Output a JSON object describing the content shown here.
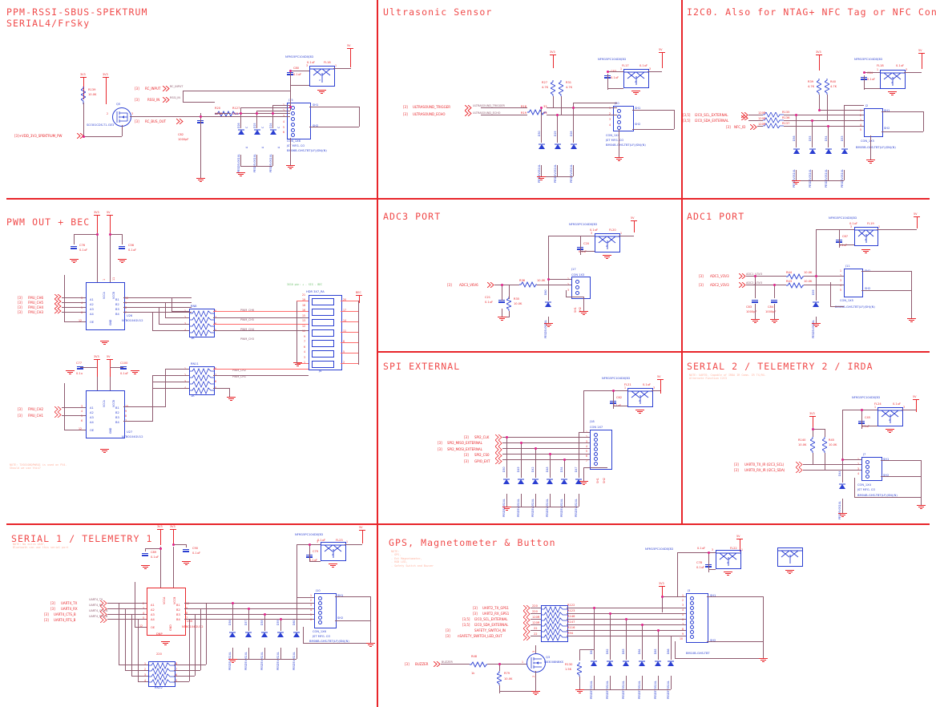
{
  "document": {
    "type": "electronic-schematic",
    "title": "Pixhawk Flight Controller - I/O Connectors Sheet",
    "sheet_bg": "#ffffff",
    "colors": {
      "title_red": "#f04a4a",
      "wire_purple": "#8e5a6e",
      "wire_red": "#ff6b6b",
      "component_blue": "#2a3ed1",
      "label_red": "#e8252a",
      "junction_pink": "#e0218a",
      "note_green": "#6ec06e"
    }
  },
  "sections": [
    {
      "id": "ppm-rssi",
      "title": "PPM-RSSI-SBUS-SPEKTRUM\nSERIAL4/FrSky",
      "nets": [
        {
          "sheet": "[3]",
          "name": "RC_INPUT"
        },
        {
          "sheet": "[3]",
          "name": "RSSI_IN"
        },
        {
          "sheet": "[3]",
          "name": "RC_BUS_OUT"
        },
        {
          "sheet": "[3]",
          "name": "+VDD_3V3_SPEKTRUM_PW"
        }
      ],
      "wire_labels": [
        "RC_INPUT",
        "RSSI_IN"
      ],
      "components": [
        {
          "ref": "R139",
          "value": "10.0K"
        },
        {
          "ref": "Q5",
          "value": "Si2301CDS-T1-GE3"
        },
        {
          "ref": "C82",
          "value": "1000pF"
        },
        {
          "ref": "R20",
          "value": "100R"
        },
        {
          "ref": "R127",
          "value": "51R"
        },
        {
          "ref": "C80",
          "value": "0.1uF"
        },
        {
          "ref": "FL16",
          "value": "NFM15PC104D0J3D"
        },
        {
          "ref": "D26",
          "value": "PESD5V0S1UL"
        },
        {
          "ref": "D25",
          "value": "PESD5V0S1UL"
        },
        {
          "ref": "D24",
          "value": "PESD5V0S1UL"
        },
        {
          "ref": "J15",
          "value": "CON_1X6"
        }
      ],
      "connector": {
        "ref": "J15",
        "type": "CON_1X6",
        "mfg": "JST MFG. CO",
        "part": "BM06B-GHS-TBT(LF)(SN)(N)",
        "pins": [
          "1",
          "2",
          "3",
          "4",
          "5",
          "6"
        ],
        "shields": [
          "SH1",
          "SH2"
        ]
      },
      "power": [
        "3V3",
        "3V3",
        "5V"
      ],
      "filter_value": "0.1uF"
    },
    {
      "id": "ultrasonic",
      "title": "Ultrasonic Sensor",
      "nets": [
        {
          "sheet": "[3]",
          "name": "ULTRASOUND_TRIGGER"
        },
        {
          "sheet": "[3]",
          "name": "ULTRASOUND_ECHO"
        }
      ],
      "wire_labels": [
        "ULTRASOUND_TRIGGER",
        "ULTRASOUND_ECHO"
      ],
      "components": [
        {
          "ref": "R27",
          "value": "4.7K"
        },
        {
          "ref": "R31",
          "value": "4.7K"
        },
        {
          "ref": "R18",
          "value": "33"
        },
        {
          "ref": "R19",
          "value": "33"
        },
        {
          "ref": "C63",
          "value": "0.1uF"
        },
        {
          "ref": "FL17",
          "value": "NFM15PC104D0J3D"
        },
        {
          "ref": "D30",
          "value": "PESD5V0S1UL"
        },
        {
          "ref": "D29",
          "value": "PESD5V0S1UL"
        },
        {
          "ref": "D28",
          "value": "PESD5V0S1UL"
        },
        {
          "ref": "J20",
          "value": "CON_1X4"
        }
      ],
      "connector": {
        "ref": "J20",
        "type": "CON_1X4",
        "mfg": "JST MFG. CO",
        "part": "BM04B-GHS-TBT(LF)(SN)(N)",
        "pins": [
          "1",
          "2",
          "3",
          "4"
        ],
        "shields": [
          "SH1",
          "SH2"
        ]
      },
      "power": [
        "3V3",
        "5V"
      ],
      "filter_value": "0.1uF"
    },
    {
      "id": "i2c0",
      "title": "I2C0. Also for NTAG+ NFC Tag or NFC Controller",
      "nets": [
        {
          "sheet": "[3,5]",
          "name": "I2C0_SCL_EXTERNAL"
        },
        {
          "sheet": "[3,5]",
          "name": "I2C0_SDA_EXTERNAL"
        },
        {
          "sheet": "[3]",
          "name": "NFC_ID"
        }
      ],
      "components": [
        {
          "ref": "R39",
          "value": "4.7K"
        },
        {
          "ref": "R40",
          "value": "4.7K"
        },
        {
          "ref": "R135",
          "value": "120R"
        },
        {
          "ref": "R136",
          "value": "120R"
        },
        {
          "ref": "R137",
          "value": "120R"
        },
        {
          "ref": "C64",
          "value": "0.1uF"
        },
        {
          "ref": "FL18",
          "value": "NFM15PC104D0J3D"
        },
        {
          "ref": "D56",
          "value": "PESD5V0S1UL"
        },
        {
          "ref": "D55",
          "value": "PESD5V0S1UL"
        },
        {
          "ref": "D54",
          "value": "PESD5V0S1UL"
        },
        {
          "ref": "D53",
          "value": "PESD5V0S1UL"
        },
        {
          "ref": "J2",
          "value": "CON_1X5"
        }
      ],
      "connector": {
        "ref": "J2",
        "type": "CON_1X5",
        "part": "BM05B-GHS-TBT(LF)(SN)(N)",
        "pins": [
          "1",
          "2",
          "3",
          "4",
          "5"
        ],
        "shields": [
          "SH1",
          "SH2"
        ]
      },
      "power": [
        "3V3",
        "5V"
      ],
      "filter_value": "0.1uF"
    },
    {
      "id": "pwm-bec",
      "title": "PWM OUT + BEC",
      "note": "NOTE: TXS0108QPWRQ1 is used on PX4.\nShould we use this?",
      "note_green": "3X10 pin: + - SIG - BEC",
      "nets": [
        {
          "sheet": "[3]",
          "name": "FMU_CH6"
        },
        {
          "sheet": "[3]",
          "name": "FMU_CH5"
        },
        {
          "sheet": "[3]",
          "name": "FMU_CH4"
        },
        {
          "sheet": "[3]",
          "name": "FMU_CH3"
        },
        {
          "sheet": "[3]",
          "name": "FMU_CH2"
        },
        {
          "sheet": "[3]",
          "name": "FMU_CH1"
        }
      ],
      "pwm_labels": [
        "PWM_CH6",
        "PWM_CH5",
        "PWM_CH4",
        "PWM_CH3",
        "PWM_CH2",
        "PWM_CH1"
      ],
      "components": [
        {
          "ref": "C76",
          "value": "0.1uF"
        },
        {
          "ref": "C56",
          "value": "0.1uF"
        },
        {
          "ref": "C77",
          "value": "0.1uF"
        },
        {
          "ref": "C100",
          "value": "0.1uF"
        },
        {
          "ref": "U26",
          "value": "NTB0104GU12"
        },
        {
          "ref": "U27",
          "value": "NTB0104GU12"
        },
        {
          "ref": "RN8",
          "value": "1K"
        },
        {
          "ref": "RN11",
          "value": "1K"
        },
        {
          "ref": "J4",
          "value": "HDR 3X7_RA"
        }
      ],
      "ic_pins": {
        "left": [
          "A1",
          "A2",
          "A3",
          "A4",
          "OE"
        ],
        "right": [
          "B1",
          "B2",
          "B3",
          "B4"
        ],
        "top": [
          "VCCA",
          "VCCB"
        ],
        "bottom": "GND",
        "left_nums": [
          "3",
          "4",
          "5",
          "6",
          "12"
        ],
        "right_nums": [
          "10",
          "9",
          "8",
          "7"
        ],
        "vcc_nums": [
          "1",
          "11"
        ],
        "gnd_num": "2"
      },
      "header_pins_left": [
        "21",
        "19",
        "18",
        "16",
        "15",
        "13",
        "12",
        "10",
        "9",
        "7",
        "6",
        "4",
        "3",
        "1"
      ],
      "header_pins_right": [
        "20",
        "17",
        "14",
        "11",
        "8",
        "5",
        "2"
      ],
      "power": [
        "3V3",
        "5V",
        "BEC"
      ]
    },
    {
      "id": "adc3",
      "title": "ADC3 PORT",
      "nets": [
        {
          "sheet": "[3]",
          "name": "ADC3_V6V6"
        }
      ],
      "components": [
        {
          "ref": "C21",
          "value": "0.1uF"
        },
        {
          "ref": "R35",
          "value": "10.0K"
        },
        {
          "ref": "R36",
          "value": "10.0K"
        },
        {
          "ref": "C20",
          "value": "0.1uF"
        },
        {
          "ref": "FL20",
          "value": "NFM15PC104D0J3D"
        },
        {
          "ref": "D60",
          "value": "PESD5V0S1UL"
        },
        {
          "ref": "J17",
          "value": "CON 1X3"
        }
      ],
      "connector": {
        "ref": "J17",
        "type": "CON 1X3",
        "pins": [
          "1",
          "2",
          "3"
        ],
        "shields": [
          "SH1",
          "SH2"
        ]
      },
      "power": [
        "5V"
      ],
      "filter_value": "0.1uF"
    },
    {
      "id": "adc1",
      "title": "ADC1 PORT",
      "nets": [
        {
          "sheet": "[3]",
          "name": "ADC1_V3V3"
        },
        {
          "sheet": "[3]",
          "name": "ADC2_V3V3"
        }
      ],
      "wire_labels": [
        "ADC1_V3V3",
        "ADC2_V3V3"
      ],
      "components": [
        {
          "ref": "C83",
          "value": "1000pF"
        },
        {
          "ref": "C84",
          "value": "1000pF"
        },
        {
          "ref": "R44",
          "value": "10.0K"
        },
        {
          "ref": "R43",
          "value": "10.0K"
        },
        {
          "ref": "C67",
          "value": "0.1uF"
        },
        {
          "ref": "FL19",
          "value": "NFM15PC104D0J3D"
        },
        {
          "ref": "D59",
          "value": "PESD5V0S1UL"
        },
        {
          "ref": "J11",
          "value": "CON_1X5"
        }
      ],
      "connector": {
        "ref": "J11",
        "type": "CON_1X5",
        "part": "BM05B-GHS-TBT(LF)(SH)(N)",
        "pins": [
          "1",
          "2",
          "3",
          "4",
          "5"
        ],
        "shields": [
          "SH1",
          "SH2"
        ]
      },
      "power": [
        "5V"
      ],
      "filter_value": "0.1uF"
    },
    {
      "id": "spi-ext",
      "title": "SPI EXTERNAL",
      "nets": [
        {
          "sheet": "[3]",
          "name": "SPI2_CLK"
        },
        {
          "sheet": "[3]",
          "name": "SPI2_MISO_EXTERNAL"
        },
        {
          "sheet": "[3]",
          "name": "SPI2_MOSI_EXTERNAL"
        },
        {
          "sheet": "[3]",
          "name": "SPI2_CS0"
        },
        {
          "sheet": "[3]",
          "name": "GPIO_EXT"
        }
      ],
      "components": [
        {
          "ref": "C62",
          "value": "0.1uF"
        },
        {
          "ref": "FL21",
          "value": "NFM15PC104D0J3D"
        },
        {
          "ref": "D50",
          "value": "PESD5V0S1UL"
        },
        {
          "ref": "D49",
          "value": "PESD5V0S1UL"
        },
        {
          "ref": "D42",
          "value": "PESD5V0S1UL"
        },
        {
          "ref": "D48",
          "value": "PESD5V0S1UL"
        },
        {
          "ref": "D34",
          "value": "PESD5V0S1UL"
        },
        {
          "ref": "D47",
          "value": "PESD5V0S1UL"
        },
        {
          "ref": "J18",
          "value": "CON 1X7"
        }
      ],
      "connector": {
        "ref": "J18",
        "type": "CON 1X7",
        "pins": [
          "1",
          "2",
          "3",
          "4",
          "5",
          "6",
          "7"
        ],
        "shields": [
          "SH1",
          "SH2"
        ]
      },
      "power": [
        "5V"
      ],
      "filter_value": "0.1uF"
    },
    {
      "id": "serial2",
      "title": "SERIAL 2 / TELEMETRY 2 / IRDA",
      "note": "NOTE: UART0, Capable of IRDA IR Comm. IR TX/RX.\nAlternate Function I2C3",
      "nets": [
        {
          "sheet": "[3]",
          "name": "UART0_TX_IR (I2C3_SCL)"
        },
        {
          "sheet": "[3]",
          "name": "UART0_RX_IR (I2C3_SDA)"
        }
      ],
      "components": [
        {
          "ref": "R140",
          "value": "10.0K"
        },
        {
          "ref": "R45",
          "value": "10.0K"
        },
        {
          "ref": "C45",
          "value": "0.1uF"
        },
        {
          "ref": "FL24",
          "value": "NFM15PC104D0J3D"
        },
        {
          "ref": "D44",
          "value": "PESD5V0S1UL"
        },
        {
          "ref": "J7",
          "value": "CON_1X4"
        }
      ],
      "connector": {
        "ref": "J7",
        "type": "CON_1X4",
        "mfg": "JST MFG. CO",
        "part": "BM04B-GHS-TBT(LF)(SN)(N)",
        "pins": [
          "1",
          "2",
          "3",
          "4"
        ],
        "shields": [
          "SH1",
          "SH2"
        ]
      },
      "power": [
        "3V3",
        "5V"
      ],
      "filter_value": "0.1uF"
    },
    {
      "id": "serial1",
      "title": "SERIAL 1 / TELEMETRY 1",
      "note": "NOTE: No extra UART,\nBluetooth can use this serial port",
      "nets": [
        {
          "sheet": "[3]",
          "name": "UART4_TX"
        },
        {
          "sheet": "[3]",
          "name": "UART4_RX"
        },
        {
          "sheet": "[3]",
          "name": "UART4_CTS_B"
        },
        {
          "sheet": "[3]",
          "name": "UART4_RTS_B"
        }
      ],
      "wire_labels": [
        "UART4_TX",
        "UART4_RX",
        "UART4_CTS_B",
        "UART4_RTS_B"
      ],
      "components": [
        {
          "ref": "C89",
          "value": "0.1uF"
        },
        {
          "ref": "C90",
          "value": "0.1uF"
        },
        {
          "ref": "U50",
          "value": "NTB0104GU12"
        },
        {
          "ref": "RN12",
          "value": "220"
        },
        {
          "ref": "C79",
          "value": "0.1uF"
        },
        {
          "ref": "FL23",
          "value": "NFM15PC104D0J3D"
        },
        {
          "ref": "D56",
          "value": "PESD5V0S1UL"
        },
        {
          "ref": "D57",
          "value": "PESD5V0S1UL"
        },
        {
          "ref": "D58",
          "value": "PESD5V0S1UL"
        },
        {
          "ref": "D59",
          "value": "PESD5V0S1UL"
        },
        {
          "ref": "D60",
          "value": "PESD5V0S1UL"
        },
        {
          "ref": "J10",
          "value": "CON_1X6"
        }
      ],
      "dnp_label": "DNP",
      "connector": {
        "ref": "J10",
        "type": "CON_1X6",
        "mfg": "JST MFG. CO",
        "part": "BM06B-GHS-TBT(LF)(SN)(N)",
        "pins": [
          "1",
          "2",
          "3",
          "4",
          "5",
          "6"
        ],
        "shields": [
          "SH1",
          "SH2"
        ]
      },
      "ic_pins": {
        "left": [
          "A1",
          "A2",
          "A3",
          "A4",
          "OE"
        ],
        "right": [
          "B1",
          "B2",
          "B3",
          "B4"
        ],
        "top": [
          "VCCA",
          "VCCB"
        ],
        "bottom": "GND",
        "left_nums": [
          "2",
          "3",
          "4",
          "5",
          "12"
        ],
        "right_nums": [
          "10",
          "9",
          "8",
          "7"
        ],
        "vcc_nums": [
          "1",
          "11"
        ],
        "gnd_num": "6"
      },
      "power": [
        "3V3",
        "3V3",
        "5V"
      ],
      "filter_value": "0.1uF"
    },
    {
      "id": "gps-mag",
      "title": "GPS, Magnetometer & Button",
      "note": "NOTE:\n- GPS,\n- Ext Magnetometer,\n- RGB LED,\n- Safety Switch and Buzzer",
      "nets": [
        {
          "sheet": "[3]",
          "name": "UART2_TX_GPS1"
        },
        {
          "sheet": "[3]",
          "name": "UART2_RX_GPS1"
        },
        {
          "sheet": "[3,5]",
          "name": "I2C0_SCL_EXTERNAL"
        },
        {
          "sheet": "[3,5]",
          "name": "I2C0_SDA_EXTERNAL"
        },
        {
          "sheet": "[3]",
          "name": "SAFETY_SWITCH_IN"
        },
        {
          "sheet": "[3]",
          "name": "nSAFETY_SWITCH_LED_OUT"
        },
        {
          "sheet": "[3]",
          "name": "BUZZER"
        }
      ],
      "components": [
        {
          "ref": "R122",
          "value": "220"
        },
        {
          "ref": "R123",
          "value": "220"
        },
        {
          "ref": "R146",
          "value": "120R"
        },
        {
          "ref": "R147",
          "value": "120R"
        },
        {
          "ref": "R116",
          "value": "22"
        },
        {
          "ref": "R94",
          "value": "22"
        },
        {
          "ref": "R48",
          "value": "1k"
        },
        {
          "ref": "R79",
          "value": "10.0K"
        },
        {
          "ref": "R130",
          "value": "1.5K"
        },
        {
          "ref": "Q3",
          "value": "NX3008NBKS"
        },
        {
          "ref": "C78",
          "value": "0.1uF"
        },
        {
          "ref": "FL22",
          "value": "NFM15PC104D0J3D"
        },
        {
          "ref": "J3",
          "value": "BM10B-GHS-TBT"
        }
      ],
      "connector": {
        "ref": "J3",
        "type": "BM10B-GHS-TBT",
        "pins": [
          "1",
          "2",
          "3",
          "4",
          "5",
          "6",
          "7",
          "8",
          "9",
          "10"
        ],
        "shields": [
          "SH1",
          "SH2"
        ]
      },
      "power": [
        "3V3",
        "5V"
      ],
      "filter_value": "0.1uF"
    }
  ],
  "common": {
    "tvs_part": "PESD5V0S1UL",
    "filter_part": "NFM15PC104D0J3D",
    "anode": "A",
    "cathode": "C",
    "gnd": "GND",
    "shield1": "SH1",
    "shield2": "SH2"
  }
}
